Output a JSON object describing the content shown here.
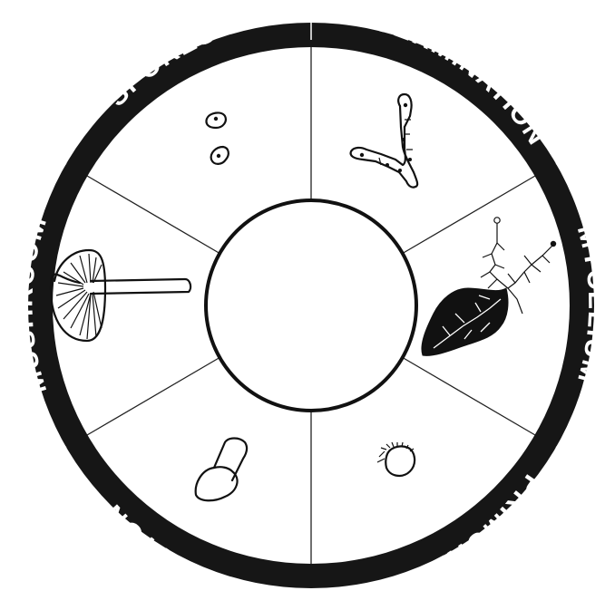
{
  "diagram": {
    "stages": [
      {
        "label": "SPORES",
        "icon": "spores-icon"
      },
      {
        "label": "GERMINATION",
        "icon": "germination-icon"
      },
      {
        "label": "MYCELIUM",
        "icon": "mycelium-icon"
      },
      {
        "label": "PRIMORDIUM",
        "icon": "primordium-icon"
      },
      {
        "label": "BUTTON",
        "icon": "button-stage-icon"
      },
      {
        "label": "MUSHROOM",
        "icon": "mushroom-icon"
      }
    ],
    "colors": {
      "ring": "#161616",
      "ring_text": "#ffffff",
      "background": "#ffffff",
      "line": "#222222"
    }
  }
}
